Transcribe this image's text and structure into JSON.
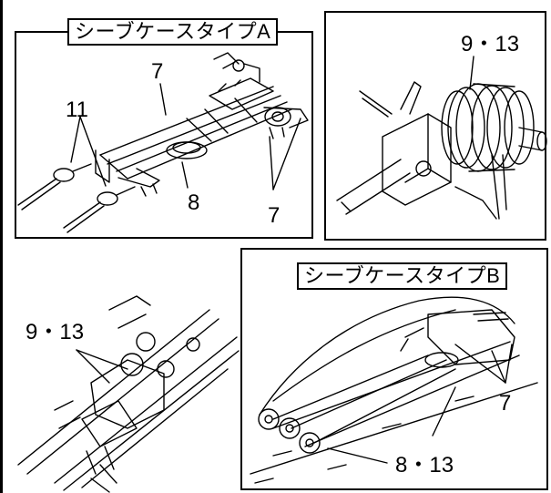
{
  "panels": {
    "type_a": {
      "title": "シーブケースタイプA",
      "labels": {
        "l7_top": "7",
        "l11": "11",
        "l8": "8",
        "l7_bottom": "7"
      }
    },
    "top_right": {
      "labels": {
        "l913": "9・13"
      }
    },
    "bottom_left": {
      "labels": {
        "l913": "9・13"
      }
    },
    "type_b": {
      "title": "シーブケースタイプB",
      "labels": {
        "l7": "7",
        "l813": "8・13"
      }
    }
  }
}
